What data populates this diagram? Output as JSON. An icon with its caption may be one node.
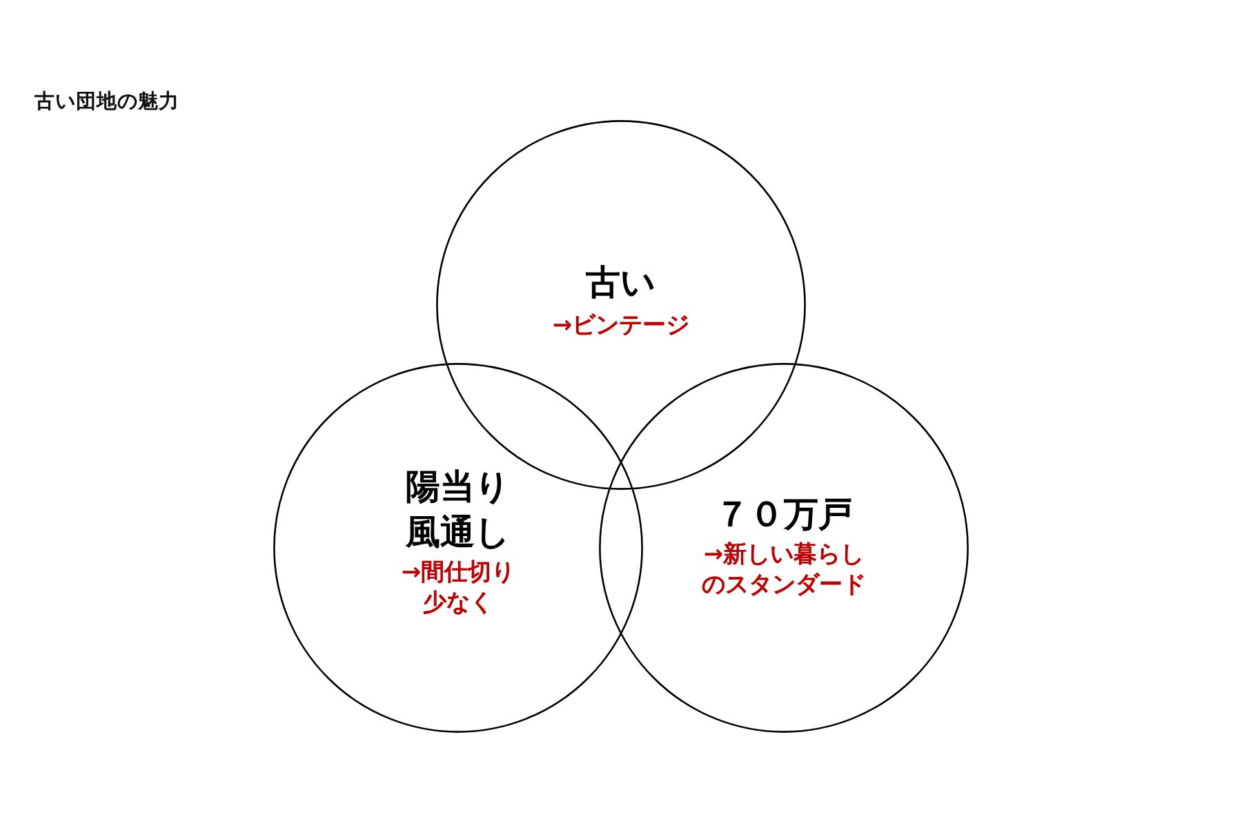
{
  "diagram": {
    "title": "古い団地の魅力",
    "nodes": [
      {
        "text": [
          "古い",
          "→ビンテージ"
        ]
      },
      {
        "text": [
          "陽当り風通し",
          "→間仕切り少なく"
        ]
      },
      {
        "text": [
          "７０万戸",
          "→新しい暮らしのスタンダード"
        ]
      }
    ]
  }
}
